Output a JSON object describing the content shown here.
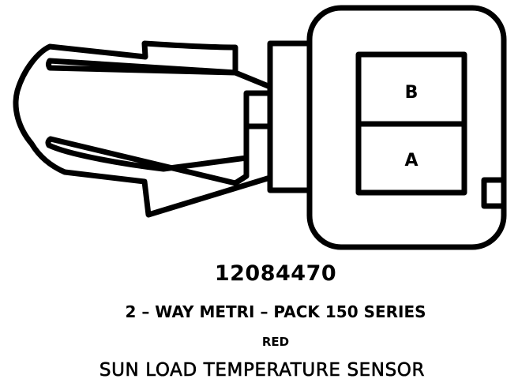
{
  "diagram": {
    "cavities": [
      {
        "label": "B"
      },
      {
        "label": "A"
      }
    ]
  },
  "caption": {
    "part_number": "12084470",
    "series": "2 – WAY METRI – PACK 150 SERIES",
    "color": "RED",
    "component": "SUN LOAD TEMPERATURE SENSOR"
  },
  "colors": {
    "line": "#000000",
    "background": "#ffffff"
  }
}
